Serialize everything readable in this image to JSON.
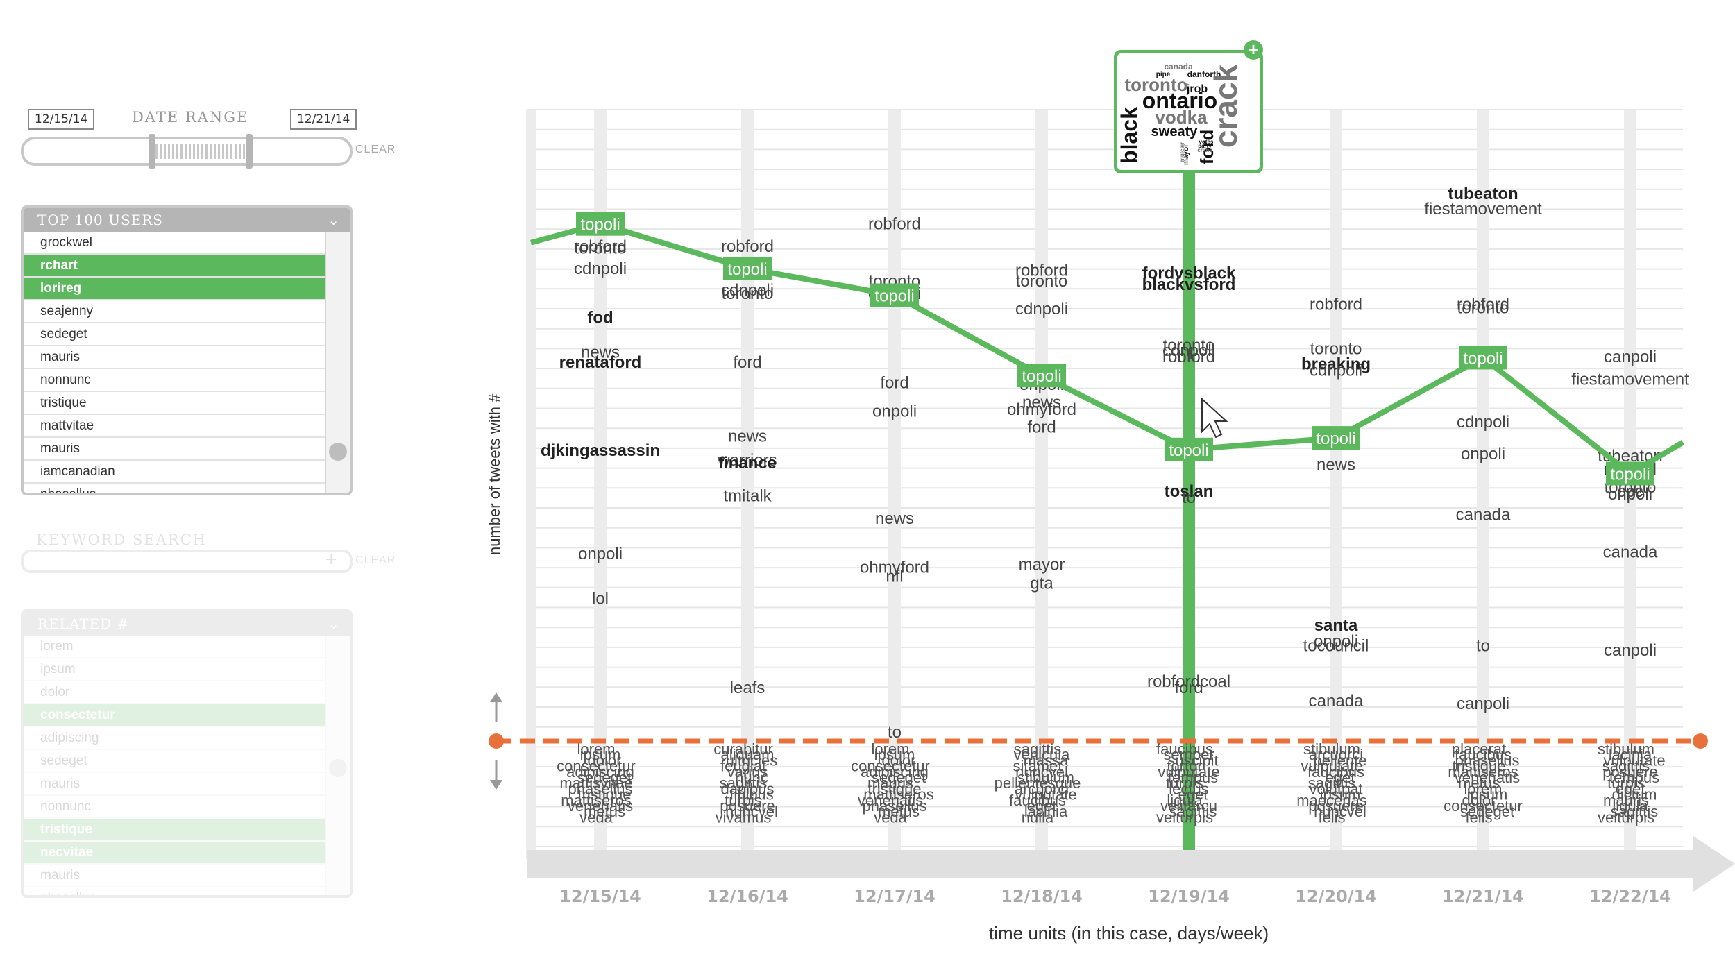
{
  "sidebar": {
    "date_range": {
      "title": "DATE RANGE",
      "start": "12/15/14",
      "end": "12/21/14",
      "clear": "CLEAR"
    },
    "top_users": {
      "title": "TOP 100 USERS",
      "items": [
        {
          "label": "grockwel",
          "selected": false
        },
        {
          "label": "rchart",
          "selected": true
        },
        {
          "label": "lorireg",
          "selected": true
        },
        {
          "label": "seajenny",
          "selected": false
        },
        {
          "label": "sedeget",
          "selected": false
        },
        {
          "label": "mauris",
          "selected": false
        },
        {
          "label": "nonnunc",
          "selected": false
        },
        {
          "label": "tristique",
          "selected": false
        },
        {
          "label": "mattvitae",
          "selected": false
        },
        {
          "label": "mauris",
          "selected": false
        },
        {
          "label": "iamcanadian",
          "selected": false
        },
        {
          "label": "phasellus",
          "selected": false
        }
      ]
    },
    "keyword_search": {
      "title": "KEYWORD SEARCH",
      "clear": "CLEAR"
    },
    "related": {
      "title": "RELATED #",
      "items": [
        {
          "label": "lorem",
          "selected": false
        },
        {
          "label": "ipsum",
          "selected": false
        },
        {
          "label": "dolor",
          "selected": false
        },
        {
          "label": "consectetur",
          "selected": true
        },
        {
          "label": "adipiscing",
          "selected": false
        },
        {
          "label": "sedeget",
          "selected": false
        },
        {
          "label": "mauris",
          "selected": false
        },
        {
          "label": "nonnunc",
          "selected": false
        },
        {
          "label": "tristique",
          "selected": true
        },
        {
          "label": "necvitae",
          "selected": true
        },
        {
          "label": "mauris",
          "selected": false
        },
        {
          "label": "phasellus",
          "selected": false
        }
      ]
    }
  },
  "colors": {
    "accent": "#5cb85c",
    "threshold": "#e8703a",
    "grid": "#e6e6e6",
    "column": "#ececec",
    "axis": "#e0e0e0",
    "muted": "#aaaaaa"
  },
  "chart_data": {
    "type": "line",
    "xlabel": "time units (in this case, days/week)",
    "ylabel": "number of tweets with #",
    "categories": [
      "12/15/14",
      "12/16/14",
      "12/17/14",
      "12/18/14",
      "12/19/14",
      "12/20/14",
      "12/21/14",
      "12/22/14"
    ],
    "series": [
      {
        "name": "topoli",
        "values": [
          25,
          20,
          17,
          8,
          -0.3,
          1,
          10,
          -3
        ]
      }
    ],
    "selected_category": "12/19/14",
    "hashtag_labels": [
      [
        {
          "t": "robford",
          "y": 22.5,
          "b": false
        },
        {
          "t": "toronto",
          "y": 22.3,
          "b": false
        },
        {
          "t": "cdnpoli",
          "y": 20,
          "b": false
        },
        {
          "t": "fod",
          "y": 14.5,
          "b": true
        },
        {
          "t": "news",
          "y": 10.6,
          "b": false
        },
        {
          "t": "renataford",
          "y": 9.5,
          "b": true
        },
        {
          "t": "djkingassassin",
          "y": -0.4,
          "b": true
        },
        {
          "t": "onpoli",
          "y": -12,
          "b": false
        },
        {
          "t": "lol",
          "y": -17,
          "b": false
        }
      ],
      [
        {
          "t": "robford",
          "y": 22.5,
          "b": false
        },
        {
          "t": "cdnpoli",
          "y": 17.6,
          "b": false
        },
        {
          "t": "toronto",
          "y": 17.2,
          "b": false
        },
        {
          "t": "ford",
          "y": 9.5,
          "b": false
        },
        {
          "t": "news",
          "y": 1.2,
          "b": false
        },
        {
          "t": "warriors",
          "y": -1.5,
          "b": false
        },
        {
          "t": "finance",
          "y": -1.8,
          "b": true
        },
        {
          "t": "tmitalk",
          "y": -5.5,
          "b": false
        },
        {
          "t": "leafs",
          "y": -27,
          "b": false
        }
      ],
      [
        {
          "t": "robford",
          "y": 25,
          "b": false
        },
        {
          "t": "toronto",
          "y": 18.6,
          "b": false
        },
        {
          "t": "cdnpoli",
          "y": 17.2,
          "b": false
        },
        {
          "t": "ford",
          "y": 7.2,
          "b": false
        },
        {
          "t": "onpoli",
          "y": 4,
          "b": false
        },
        {
          "t": "news",
          "y": -8,
          "b": false
        },
        {
          "t": "ohmyford",
          "y": -13.5,
          "b": false
        },
        {
          "t": "nfl",
          "y": -14.5,
          "b": false
        },
        {
          "t": "to",
          "y": -32,
          "b": false
        }
      ],
      [
        {
          "t": "robford",
          "y": 19.8,
          "b": false
        },
        {
          "t": "toronto",
          "y": 18.6,
          "b": false
        },
        {
          "t": "cdnpoli",
          "y": 15.5,
          "b": false
        },
        {
          "t": "onpoli",
          "y": 7,
          "b": false
        },
        {
          "t": "news",
          "y": 5,
          "b": false
        },
        {
          "t": "ohmyford",
          "y": 4.2,
          "b": false
        },
        {
          "t": "ford",
          "y": 2.2,
          "b": false
        },
        {
          "t": "mayor",
          "y": -13.2,
          "b": false
        },
        {
          "t": "gta",
          "y": -15.3,
          "b": false
        }
      ],
      [
        {
          "t": "fordvsblack",
          "y": 19.5,
          "b": true
        },
        {
          "t": "blackvsford",
          "y": 18.2,
          "b": true
        },
        {
          "t": "toronto",
          "y": 11.4,
          "b": false
        },
        {
          "t": "cdnpoli",
          "y": 10.8,
          "b": false
        },
        {
          "t": "robford",
          "y": 10.1,
          "b": false
        },
        {
          "t": "toslan",
          "y": -5,
          "b": true
        },
        {
          "t": "to",
          "y": -5.7,
          "b": false
        },
        {
          "t": "robfordcoal",
          "y": -26.3,
          "b": false
        },
        {
          "t": "ford",
          "y": -27,
          "b": false
        }
      ],
      [
        {
          "t": "robford",
          "y": 16,
          "b": false
        },
        {
          "t": "toronto",
          "y": 11,
          "b": false
        },
        {
          "t": "breaking",
          "y": 9.3,
          "b": true
        },
        {
          "t": "cdnpoli",
          "y": 8.6,
          "b": false
        },
        {
          "t": "news",
          "y": -2,
          "b": false
        },
        {
          "t": "santa",
          "y": -20,
          "b": true
        },
        {
          "t": "onpoli",
          "y": -21.8,
          "b": false
        },
        {
          "t": "tocouncil",
          "y": -22.3,
          "b": false
        },
        {
          "t": "canada",
          "y": -28.5,
          "b": false
        }
      ],
      [
        {
          "t": "tubeaton",
          "y": 28.4,
          "b": true
        },
        {
          "t": "fiestamovement",
          "y": 26.7,
          "b": false
        },
        {
          "t": "robford",
          "y": 16,
          "b": false
        },
        {
          "t": "toronto",
          "y": 15.6,
          "b": false
        },
        {
          "t": "cdnpoli",
          "y": 2.8,
          "b": false
        },
        {
          "t": "onpoli",
          "y": -0.8,
          "b": false
        },
        {
          "t": "canada",
          "y": -7.6,
          "b": false
        },
        {
          "t": "to",
          "y": -22.3,
          "b": false
        },
        {
          "t": "canpoli",
          "y": -28.8,
          "b": false
        }
      ],
      [
        {
          "t": "canpoli",
          "y": 10.1,
          "b": false
        },
        {
          "t": "fiestamovement",
          "y": 7.6,
          "b": false
        },
        {
          "t": "tubeaton",
          "y": -1,
          "b": false
        },
        {
          "t": "robford",
          "y": -2.5,
          "b": false
        },
        {
          "t": "toronto",
          "y": -4.5,
          "b": false
        },
        {
          "t": "cpc",
          "y": -5,
          "b": false
        },
        {
          "t": "onpoli",
          "y": -5.3,
          "b": false
        },
        {
          "t": "canada",
          "y": -11.8,
          "b": false
        },
        {
          "t": "canpoli",
          "y": -22.8,
          "b": false
        }
      ]
    ],
    "below_threshold": [
      [
        "lorem",
        "ipsum",
        "dolor",
        "consectetur",
        "adipiscing",
        "sedeget",
        "mattisvitae",
        "phasellus",
        "tristique",
        "mattiseros",
        "venenatis",
        "metus",
        "veda"
      ],
      [
        "curabitur",
        "aliquam",
        "ultricies",
        "feugiat",
        "varius",
        "nunc",
        "sagittis",
        "dapibus",
        "finibus",
        "turpis",
        "posuere",
        "nuncvel",
        "vivamus"
      ],
      [
        "lorem",
        "ipsum",
        "dolor",
        "consectetur",
        "adipiscing",
        "sedeget",
        "mauris",
        "tristique",
        "mattiseros",
        "venenatis",
        "phasellus",
        "metus",
        "veda"
      ],
      [
        "sagittis",
        "vehicula",
        "massa",
        "sitamet",
        "nuncvel",
        "stibulum",
        "pellentesque",
        "arcuorci",
        "vulputate",
        "faucibus",
        "eget",
        "lacinia",
        "nulla"
      ],
      [
        "faucibus",
        "semper",
        "suscipit",
        "tortor",
        "vulputate",
        "tempus",
        "turpis",
        "lectus",
        "eget",
        "ligula",
        "velitarcu",
        "sagittis",
        "velturpis"
      ],
      [
        "stibulum",
        "arcuorci",
        "pellente",
        "vulputate",
        "faucibus",
        "eget",
        "sagittis",
        "volutpat",
        "ipsum",
        "maecenas",
        "posuere",
        "nuncvel",
        "felis"
      ],
      [
        "placerat",
        "faucibus",
        "phasellus",
        "tristique",
        "mattiseros",
        "venenatis",
        "metus",
        "lorem",
        "ipsum",
        "dolor",
        "consectetur",
        "sedeget",
        "felis"
      ],
      [
        "stibulum",
        "lacinia",
        "vulputate",
        "sagittis",
        "posuere",
        "tempus",
        "turpis",
        "eget",
        "dictum",
        "mauris",
        "ligula",
        "sagittis",
        "velturpis"
      ]
    ],
    "threshold": -33,
    "word_cloud": [
      {
        "t": "canada",
        "size": 12,
        "rot": 0
      },
      {
        "t": "pipe",
        "size": 10,
        "rot": 0
      },
      {
        "t": "danforth",
        "size": 12,
        "rot": 0
      },
      {
        "t": "toronto",
        "size": 26,
        "rot": 0
      },
      {
        "t": "jrob",
        "size": 16,
        "rot": 0
      },
      {
        "t": "ontario",
        "size": 32,
        "rot": 0
      },
      {
        "t": "vodka",
        "size": 26,
        "rot": 0
      },
      {
        "t": "sweaty",
        "size": 20,
        "rot": 0
      },
      {
        "t": "black",
        "size": 32,
        "rot": -90
      },
      {
        "t": "crack",
        "size": 46,
        "rot": -90
      },
      {
        "t": "ford",
        "size": 26,
        "rot": -90
      },
      {
        "t": "mayor",
        "size": 10,
        "rot": -90
      },
      {
        "t": "mulcair",
        "size": 8,
        "rot": -90
      },
      {
        "t": "votes",
        "size": 8,
        "rot": 0
      },
      {
        "t": "party",
        "size": 8,
        "rot": 0
      },
      {
        "t": "crime",
        "size": 8,
        "rot": 0
      }
    ]
  }
}
